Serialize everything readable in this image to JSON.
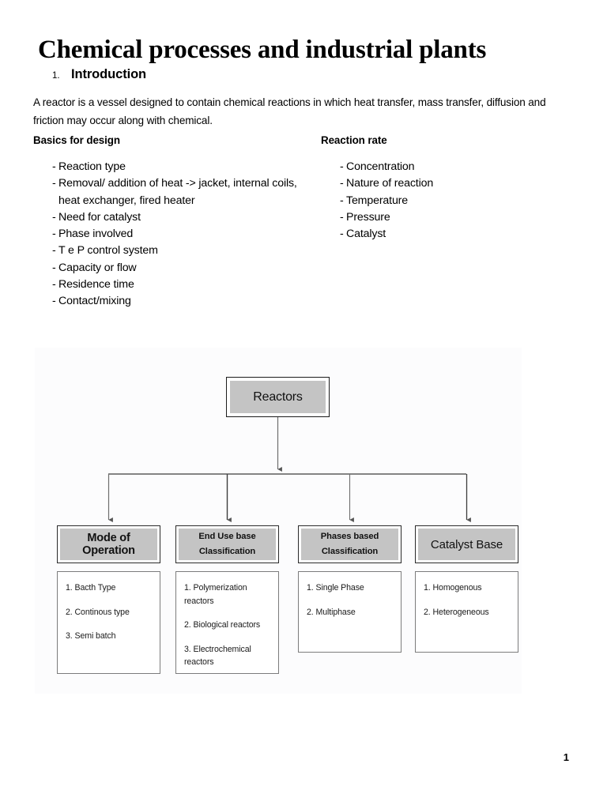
{
  "document": {
    "title": "Chemical processes and industrial plants",
    "page_number": "1"
  },
  "section": {
    "number": "1.",
    "heading": "Introduction",
    "paragraph": "A reactor is a vessel designed to contain chemical reactions in which heat transfer, mass transfer, diffusion and friction may occur along with chemical."
  },
  "columns": {
    "left": {
      "heading": "Basics for design",
      "bullet": "-",
      "items": [
        "Reaction type",
        "Removal/ addition of heat -> jacket, internal coils, heat exchanger, fired heater",
        "Need for catalyst",
        "Phase involved",
        "T e P control system",
        "Capacity or flow",
        "Residence time",
        "Contact/mixing"
      ]
    },
    "right": {
      "heading": "Reaction rate",
      "bullet": "-",
      "items": [
        "Concentration",
        "Nature of reaction",
        "Temperature",
        "Pressure",
        "Catalyst"
      ]
    }
  },
  "diagram": {
    "root": {
      "label": "Reactors"
    },
    "branches": [
      {
        "header_line1": "Mode of Operation",
        "header_line2": "",
        "items": [
          "1. Bacth Type",
          "2. Continous type",
          "3. Semi batch"
        ]
      },
      {
        "header_line1": "End Use base",
        "header_line2": "Classification",
        "items": [
          "1. Polymerization reactors",
          "2. Biological  reactors",
          "3. Electrochemical reactors"
        ]
      },
      {
        "header_line1": "Phases based",
        "header_line2": "Classification",
        "items": [
          "1. Single Phase",
          "2. Multiphase"
        ]
      },
      {
        "header_line1": "Catalyst Base",
        "header_line2": "",
        "items": [
          "1. Homogenous",
          "2. Heterogeneous"
        ]
      }
    ]
  },
  "colors": {
    "box_fill": "#c4c4c4",
    "box_border": "#1c1c1c",
    "content_border": "#7c7c7c",
    "diagram_bg": "#fcfcfd",
    "text": "#000000"
  }
}
